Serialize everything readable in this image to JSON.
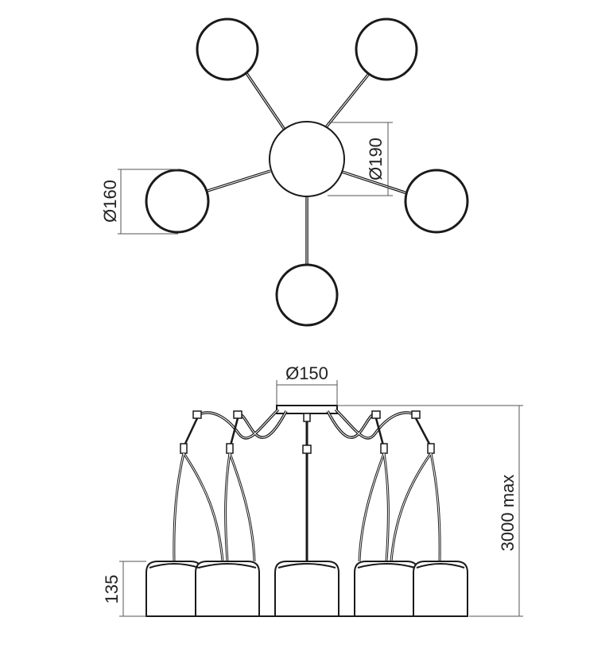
{
  "dimensions": {
    "canopy_diameter_top": "Ø190",
    "shade_diameter": "Ø160",
    "canopy_diameter_side": "Ø150",
    "shade_height": "135",
    "overall_height": "3000 max"
  },
  "colors": {
    "line": "#1a1a1a",
    "dimension_line": "#555555",
    "background": "#ffffff"
  }
}
